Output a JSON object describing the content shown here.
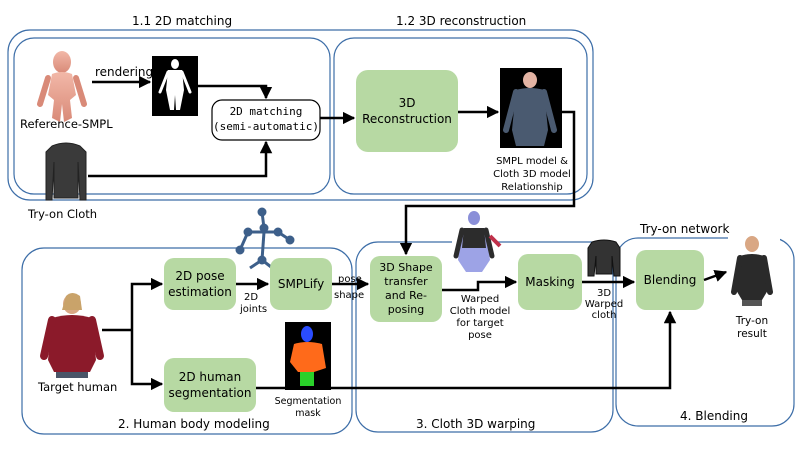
{
  "sections": {
    "matching": "1.1 2D matching",
    "reconstruction": "1.2 3D reconstruction",
    "body_modeling": "2. Human body modeling",
    "cloth_warping": "3. Cloth 3D warping",
    "blending": "4. Blending",
    "tryon_network": "Try-on network"
  },
  "labels": {
    "rendering": "rendering",
    "reference_smpl": "Reference-SMPL",
    "tryon_cloth": "Try-on Cloth",
    "smpl_relation": [
      "SMPL model &",
      "Cloth 3D model",
      "Relationship"
    ],
    "target_human": "Target human",
    "joints": [
      "2D",
      "joints"
    ],
    "pose": "pose",
    "shape": "shape",
    "segmentation_mask": [
      "Segmentation",
      "mask"
    ],
    "warped_model": [
      "Warped",
      "Cloth model",
      "for target",
      "pose"
    ],
    "warped_cloth": [
      "3D",
      "Warped",
      "cloth"
    ],
    "tryon_result": [
      "Try-on",
      "result"
    ]
  },
  "boxes": {
    "matching_2d": [
      "2D matching",
      "(semi-automatic)"
    ],
    "reconstruction_3d": [
      "3D",
      "Reconstruction"
    ],
    "pose_estimation": [
      "2D pose",
      "estimation"
    ],
    "smplify": [
      "SMPLify"
    ],
    "segmentation": [
      "2D human",
      "segmentation"
    ],
    "shape_transfer": [
      "3D Shape",
      "transfer",
      "and Re-",
      "posing"
    ],
    "masking": [
      "Masking"
    ],
    "blending": [
      "Blending"
    ]
  },
  "colors": {
    "box_fill": "#b7d9a3",
    "frame_stroke": "#3d6ea8",
    "arrow": "#000000"
  }
}
